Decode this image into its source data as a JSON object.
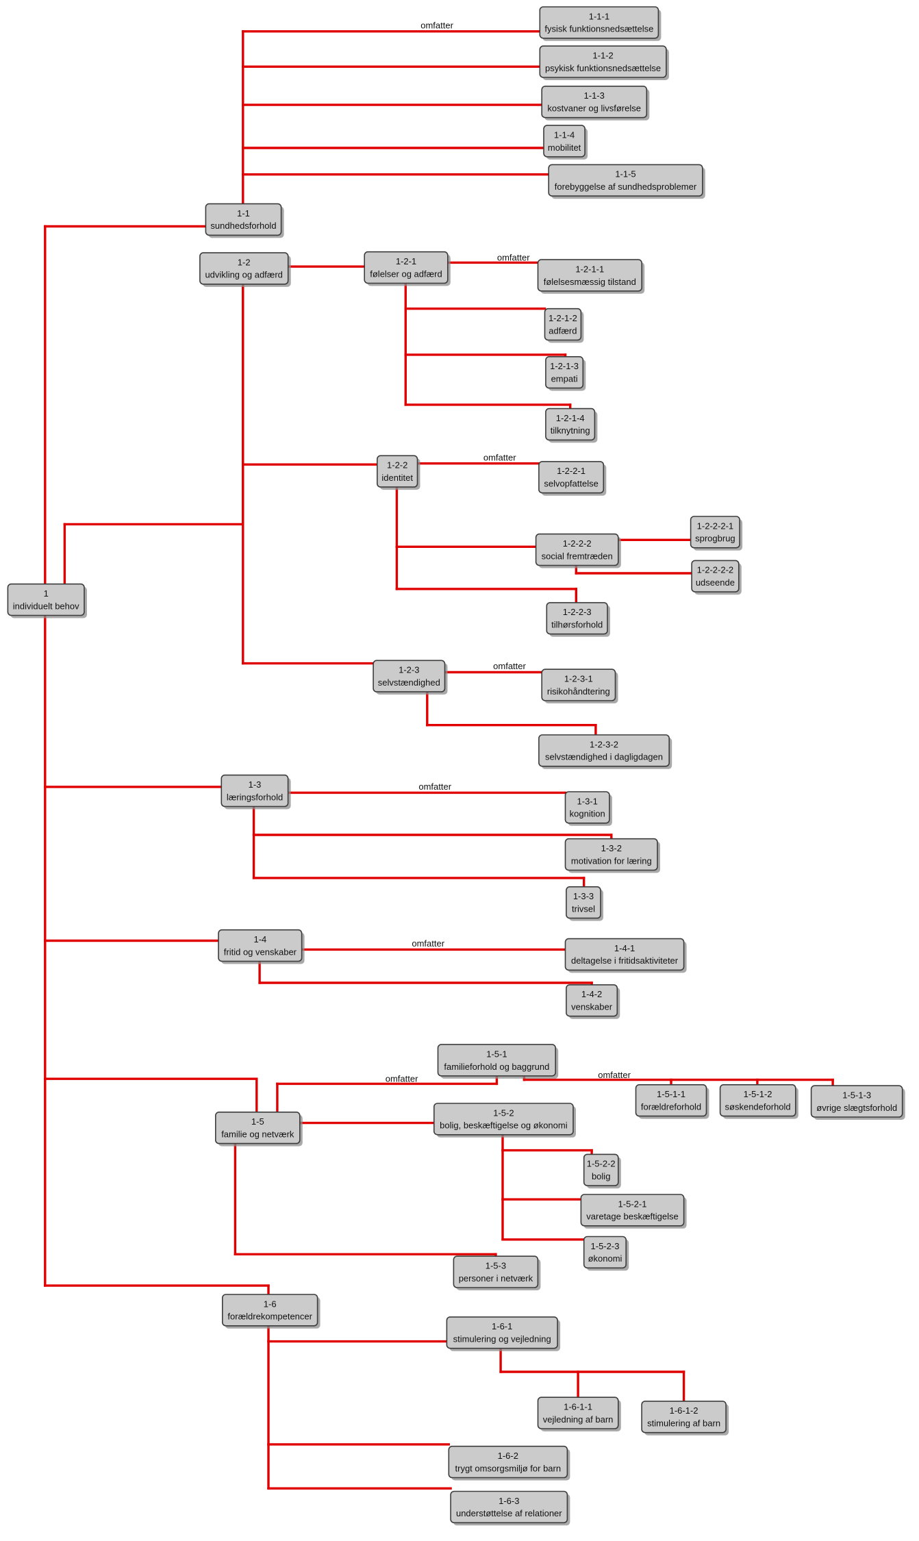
{
  "nodes": [
    {
      "id": "1",
      "code": "1",
      "label": "individuelt behov"
    },
    {
      "id": "1-1",
      "code": "1-1",
      "label": "sundhedsforhold"
    },
    {
      "id": "1-1-1",
      "code": "1-1-1",
      "label": "fysisk funktionsnedsættelse"
    },
    {
      "id": "1-1-2",
      "code": "1-1-2",
      "label": "psykisk funktionsnedsættelse"
    },
    {
      "id": "1-1-3",
      "code": "1-1-3",
      "label": "kostvaner og livsførelse"
    },
    {
      "id": "1-1-4",
      "code": "1-1-4",
      "label": "mobilitet"
    },
    {
      "id": "1-1-5",
      "code": "1-1-5",
      "label": "forebyggelse af sundhedsproblemer"
    },
    {
      "id": "1-2",
      "code": "1-2",
      "label": "udvikling og adfærd"
    },
    {
      "id": "1-2-1",
      "code": "1-2-1",
      "label": "følelser og adfærd"
    },
    {
      "id": "1-2-1-1",
      "code": "1-2-1-1",
      "label": "følelsesmæssig tilstand"
    },
    {
      "id": "1-2-1-2",
      "code": "1-2-1-2",
      "label": "adfærd"
    },
    {
      "id": "1-2-1-3",
      "code": "1-2-1-3",
      "label": "empati"
    },
    {
      "id": "1-2-1-4",
      "code": "1-2-1-4",
      "label": "tilknytning"
    },
    {
      "id": "1-2-2",
      "code": "1-2-2",
      "label": "identitet"
    },
    {
      "id": "1-2-2-1",
      "code": "1-2-2-1",
      "label": "selvopfattelse"
    },
    {
      "id": "1-2-2-2",
      "code": "1-2-2-2",
      "label": "social fremtræden"
    },
    {
      "id": "1-2-2-2-1",
      "code": "1-2-2-2-1",
      "label": "sprogbrug"
    },
    {
      "id": "1-2-2-2-2",
      "code": "1-2-2-2-2",
      "label": "udseende"
    },
    {
      "id": "1-2-2-3",
      "code": "1-2-2-3",
      "label": "tilhørsforhold"
    },
    {
      "id": "1-2-3",
      "code": "1-2-3",
      "label": "selvstændighed"
    },
    {
      "id": "1-2-3-1",
      "code": "1-2-3-1",
      "label": "risikohåndtering"
    },
    {
      "id": "1-2-3-2",
      "code": "1-2-3-2",
      "label": "selvstændighed i dagligdagen"
    },
    {
      "id": "1-3",
      "code": "1-3",
      "label": "læringsforhold"
    },
    {
      "id": "1-3-1",
      "code": "1-3-1",
      "label": "kognition"
    },
    {
      "id": "1-3-2",
      "code": "1-3-2",
      "label": "motivation for læring"
    },
    {
      "id": "1-3-3",
      "code": "1-3-3",
      "label": "trivsel"
    },
    {
      "id": "1-4",
      "code": "1-4",
      "label": "fritid og venskaber"
    },
    {
      "id": "1-4-1",
      "code": "1-4-1",
      "label": "deltagelse i fritidsaktiviteter"
    },
    {
      "id": "1-4-2",
      "code": "1-4-2",
      "label": "venskaber"
    },
    {
      "id": "1-5",
      "code": "1-5",
      "label": "familie og netværk"
    },
    {
      "id": "1-5-1",
      "code": "1-5-1",
      "label": "familieforhold og baggrund"
    },
    {
      "id": "1-5-1-1",
      "code": "1-5-1-1",
      "label": "forældreforhold"
    },
    {
      "id": "1-5-1-2",
      "code": "1-5-1-2",
      "label": "søskendeforhold"
    },
    {
      "id": "1-5-1-3",
      "code": "1-5-1-3",
      "label": "øvrige slægtsforhold"
    },
    {
      "id": "1-5-2",
      "code": "1-5-2",
      "label": "bolig, beskæftigelse og økonomi"
    },
    {
      "id": "1-5-2-1",
      "code": "1-5-2-1",
      "label": "varetage beskæftigelse"
    },
    {
      "id": "1-5-2-2",
      "code": "1-5-2-2",
      "label": "bolig"
    },
    {
      "id": "1-5-2-3",
      "code": "1-5-2-3",
      "label": "økonomi"
    },
    {
      "id": "1-5-3",
      "code": "1-5-3",
      "label": "personer i netværk"
    },
    {
      "id": "1-6",
      "code": "1-6",
      "label": "forældrekompetencer"
    },
    {
      "id": "1-6-1",
      "code": "1-6-1",
      "label": "stimulering og vejledning"
    },
    {
      "id": "1-6-1-1",
      "code": "1-6-1-1",
      "label": "vejledning af barn"
    },
    {
      "id": "1-6-1-2",
      "code": "1-6-1-2",
      "label": "stimulering af barn"
    },
    {
      "id": "1-6-2",
      "code": "1-6-2",
      "label": "trygt omsorgsmiljø for barn"
    },
    {
      "id": "1-6-3",
      "code": "1-6-3",
      "label": "understøttelse af relationer"
    }
  ],
  "edges": [
    {
      "from": "1",
      "to": "1-1"
    },
    {
      "from": "1",
      "to": "1-2"
    },
    {
      "from": "1",
      "to": "1-3"
    },
    {
      "from": "1",
      "to": "1-4"
    },
    {
      "from": "1",
      "to": "1-5"
    },
    {
      "from": "1",
      "to": "1-6"
    },
    {
      "from": "1-1",
      "to": "1-1-1",
      "label": "omfatter"
    },
    {
      "from": "1-1",
      "to": "1-1-2"
    },
    {
      "from": "1-1",
      "to": "1-1-3"
    },
    {
      "from": "1-1",
      "to": "1-1-4"
    },
    {
      "from": "1-1",
      "to": "1-1-5"
    },
    {
      "from": "1-2",
      "to": "1-2-1"
    },
    {
      "from": "1-2",
      "to": "1-2-2"
    },
    {
      "from": "1-2",
      "to": "1-2-3"
    },
    {
      "from": "1-2-1",
      "to": "1-2-1-1",
      "label": "omfatter"
    },
    {
      "from": "1-2-1",
      "to": "1-2-1-2"
    },
    {
      "from": "1-2-1",
      "to": "1-2-1-3"
    },
    {
      "from": "1-2-1",
      "to": "1-2-1-4"
    },
    {
      "from": "1-2-2",
      "to": "1-2-2-1",
      "label": "omfatter"
    },
    {
      "from": "1-2-2",
      "to": "1-2-2-2"
    },
    {
      "from": "1-2-2",
      "to": "1-2-2-3"
    },
    {
      "from": "1-2-2-2",
      "to": "1-2-2-2-1"
    },
    {
      "from": "1-2-2-2",
      "to": "1-2-2-2-2"
    },
    {
      "from": "1-2-3",
      "to": "1-2-3-1",
      "label": "omfatter"
    },
    {
      "from": "1-2-3",
      "to": "1-2-3-2"
    },
    {
      "from": "1-3",
      "to": "1-3-1",
      "label": "omfatter"
    },
    {
      "from": "1-3",
      "to": "1-3-2"
    },
    {
      "from": "1-3",
      "to": "1-3-3"
    },
    {
      "from": "1-4",
      "to": "1-4-1",
      "label": "omfatter"
    },
    {
      "from": "1-4",
      "to": "1-4-2"
    },
    {
      "from": "1-5",
      "to": "1-5-1",
      "label": "omfatter"
    },
    {
      "from": "1-5",
      "to": "1-5-2"
    },
    {
      "from": "1-5",
      "to": "1-5-3"
    },
    {
      "from": "1-5-1",
      "to": "1-5-1-1",
      "label": "omfatter"
    },
    {
      "from": "1-5-1",
      "to": "1-5-1-2"
    },
    {
      "from": "1-5-1",
      "to": "1-5-1-3"
    },
    {
      "from": "1-5-2",
      "to": "1-5-2-2"
    },
    {
      "from": "1-5-2",
      "to": "1-5-2-1"
    },
    {
      "from": "1-5-2",
      "to": "1-5-2-3"
    },
    {
      "from": "1-6",
      "to": "1-6-1"
    },
    {
      "from": "1-6",
      "to": "1-6-2"
    },
    {
      "from": "1-6",
      "to": "1-6-3"
    },
    {
      "from": "1-6-1",
      "to": "1-6-1-1"
    },
    {
      "from": "1-6-1",
      "to": "1-6-1-2"
    }
  ],
  "colors": {
    "connector": "#e00000",
    "node_fill": "#cbcbcb",
    "node_border": "#3c3c3c"
  }
}
